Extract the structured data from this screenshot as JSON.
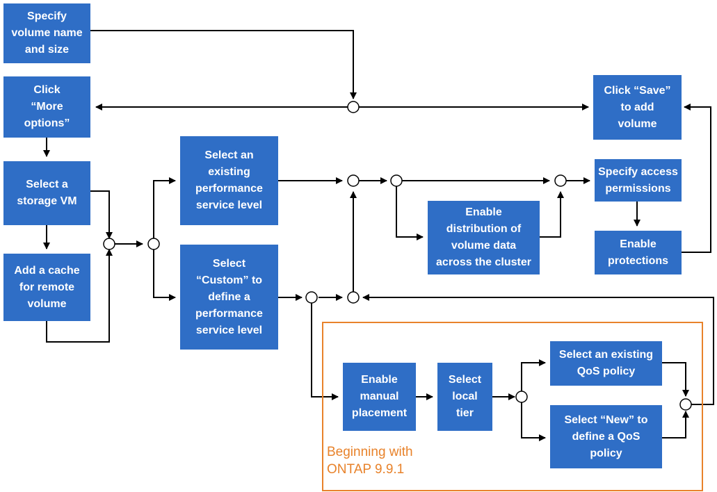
{
  "nodes": {
    "specify_name": "Specify\nvolume name\nand size",
    "more_options": "Click\n“More\noptions”",
    "select_vm": "Select a\nstorage VM",
    "add_cache": "Add a cache\nfor remote\nvolume",
    "existing_psl": "Select an\nexisting\nperformance\nservice level",
    "custom_psl": "Select\n“Custom” to\ndefine a\nperformance\nservice level",
    "enable_distribution": "Enable\ndistribution of\nvolume data\nacross the cluster",
    "click_save": "Click “Save”\nto add\nvolume",
    "access_permissions": "Specify access\npermissions",
    "enable_protections": "Enable\nprotections",
    "manual_placement": "Enable\nmanual\nplacement",
    "select_tier": "Select\nlocal\ntier",
    "existing_qos": "Select an existing\nQoS policy",
    "new_qos": "Select “New” to\ndefine a QoS\npolicy"
  },
  "region": {
    "label": "Beginning with\nONTAP 9.9.1"
  },
  "colors": {
    "box_fill": "#2f6ec6",
    "box_text": "#ffffff",
    "connector": "#000000",
    "region_border": "#e8822a"
  }
}
